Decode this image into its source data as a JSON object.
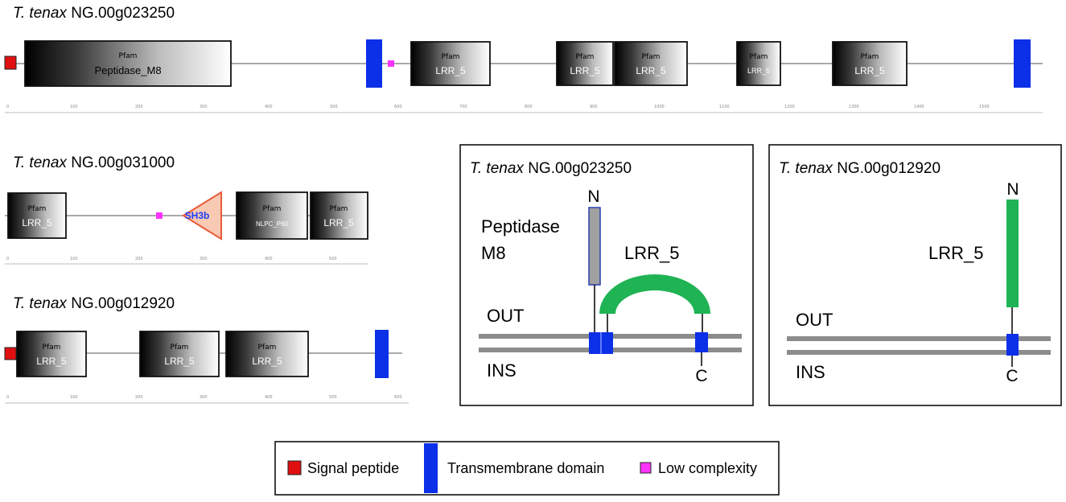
{
  "colors": {
    "signal_peptide": "#e01010",
    "transmembrane": "#0c2fe8",
    "low_complexity": "#ff33ff",
    "lrr_topology": "#1fb354",
    "peptidase_topology": "#a0a0a0",
    "membrane": "#8c8c8c",
    "backbone": "#a9a9a9",
    "sh3b_fill": "#f8c9b3",
    "sh3b_stroke": "#e85a3a",
    "sh3b_text": "#1a3dff"
  },
  "icons": {
    "signal_peptide": "red-square-icon",
    "transmembrane": "blue-bar-icon",
    "low_complexity": "magenta-square-icon"
  },
  "proteins": [
    {
      "genus": "T. tenax",
      "accession": "NG.00g023250",
      "scale_ticks": [
        "0",
        "100",
        "200",
        "300",
        "400",
        "500",
        "600",
        "700",
        "800",
        "900",
        "1000",
        "1100",
        "1200",
        "1300",
        "1400",
        "1500"
      ],
      "domains": [
        {
          "db": "Pfam",
          "name": "Peptidase_M8"
        },
        {
          "db": "Pfam",
          "name": "LRR_5"
        },
        {
          "db": "Pfam",
          "name": "LRR_5"
        },
        {
          "db": "Pfam",
          "name": "LRR_5"
        },
        {
          "db": "Pfam",
          "name": "LRR_5"
        },
        {
          "db": "Pfam",
          "name": "LRR_5"
        }
      ]
    },
    {
      "genus": "T. tenax",
      "accession": "NG.00g031000",
      "scale_ticks": [
        "0",
        "100",
        "200",
        "300",
        "400",
        "500"
      ],
      "domains": [
        {
          "db": "Pfam",
          "name": "LRR_5"
        },
        {
          "db": "",
          "name": "SH3b"
        },
        {
          "db": "Pfam",
          "name": "NLPC_P60"
        },
        {
          "db": "Pfam",
          "name": "LRR_5"
        }
      ]
    },
    {
      "genus": "T. tenax",
      "accession": "NG.00g012920",
      "scale_ticks": [
        "0",
        "100",
        "200",
        "300",
        "400",
        "500",
        "600"
      ],
      "domains": [
        {
          "db": "Pfam",
          "name": "LRR_5"
        },
        {
          "db": "Pfam",
          "name": "LRR_5"
        },
        {
          "db": "Pfam",
          "name": "LRR_5"
        }
      ]
    }
  ],
  "topology": [
    {
      "genus": "T. tenax",
      "accession": "NG.00g023250",
      "n_label": "N",
      "c_label": "C",
      "out_label": "OUT",
      "ins_label": "INS",
      "domain_a_line1": "Peptidase",
      "domain_a_line2": "M8",
      "domain_b": "LRR_5"
    },
    {
      "genus": "T. tenax",
      "accession": "NG.00g012920",
      "n_label": "N",
      "c_label": "C",
      "out_label": "OUT",
      "ins_label": "INS",
      "domain_b": "LRR_5"
    }
  ],
  "legend": {
    "signal_peptide": "Signal peptide",
    "transmembrane": "Transmembrane domain",
    "low_complexity": "Low complexity"
  }
}
